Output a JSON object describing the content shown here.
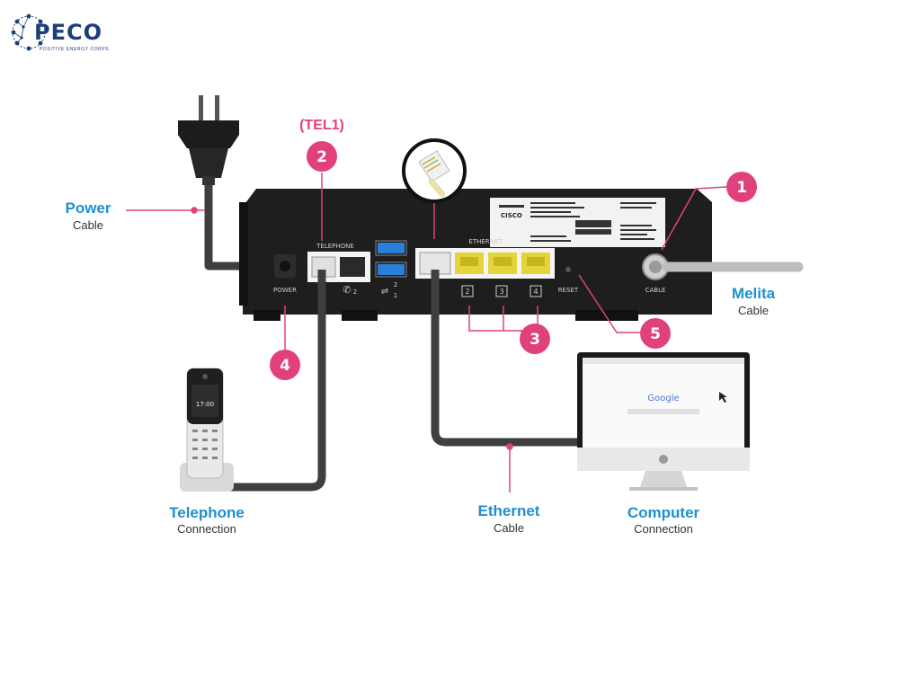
{
  "brand": {
    "logo_text": "PECO",
    "tagline": "POSITIVE ENERGY CORPS",
    "accent": "#e0417c",
    "title_blue": "#1f8fd0"
  },
  "callouts": {
    "tel_label": "(TEL1)",
    "badges": [
      "1",
      "2",
      "3",
      "4",
      "5"
    ]
  },
  "labels": {
    "power": {
      "title": "Power",
      "sub": "Cable"
    },
    "melita": {
      "title": "Melita",
      "sub": "Cable"
    },
    "telephone": {
      "title": "Telephone",
      "sub": "Connection"
    },
    "ethernet": {
      "title": "Ethernet",
      "sub": "Cable"
    },
    "computer": {
      "title": "Computer",
      "sub": "Connection"
    }
  },
  "device": {
    "port_labels": {
      "telephone": "TELEPHONE",
      "ethernet": "ETHERNET",
      "power": "POWER",
      "reset": "RESET",
      "cable": "CABLE",
      "usb_top": "2",
      "usb_bottom": "1",
      "tel_num": "2",
      "eth_ports": [
        "2",
        "3",
        "4"
      ]
    },
    "brand": "CISCO"
  },
  "phone": {
    "time": "17:00"
  },
  "computer": {
    "search_logo": "Google"
  }
}
